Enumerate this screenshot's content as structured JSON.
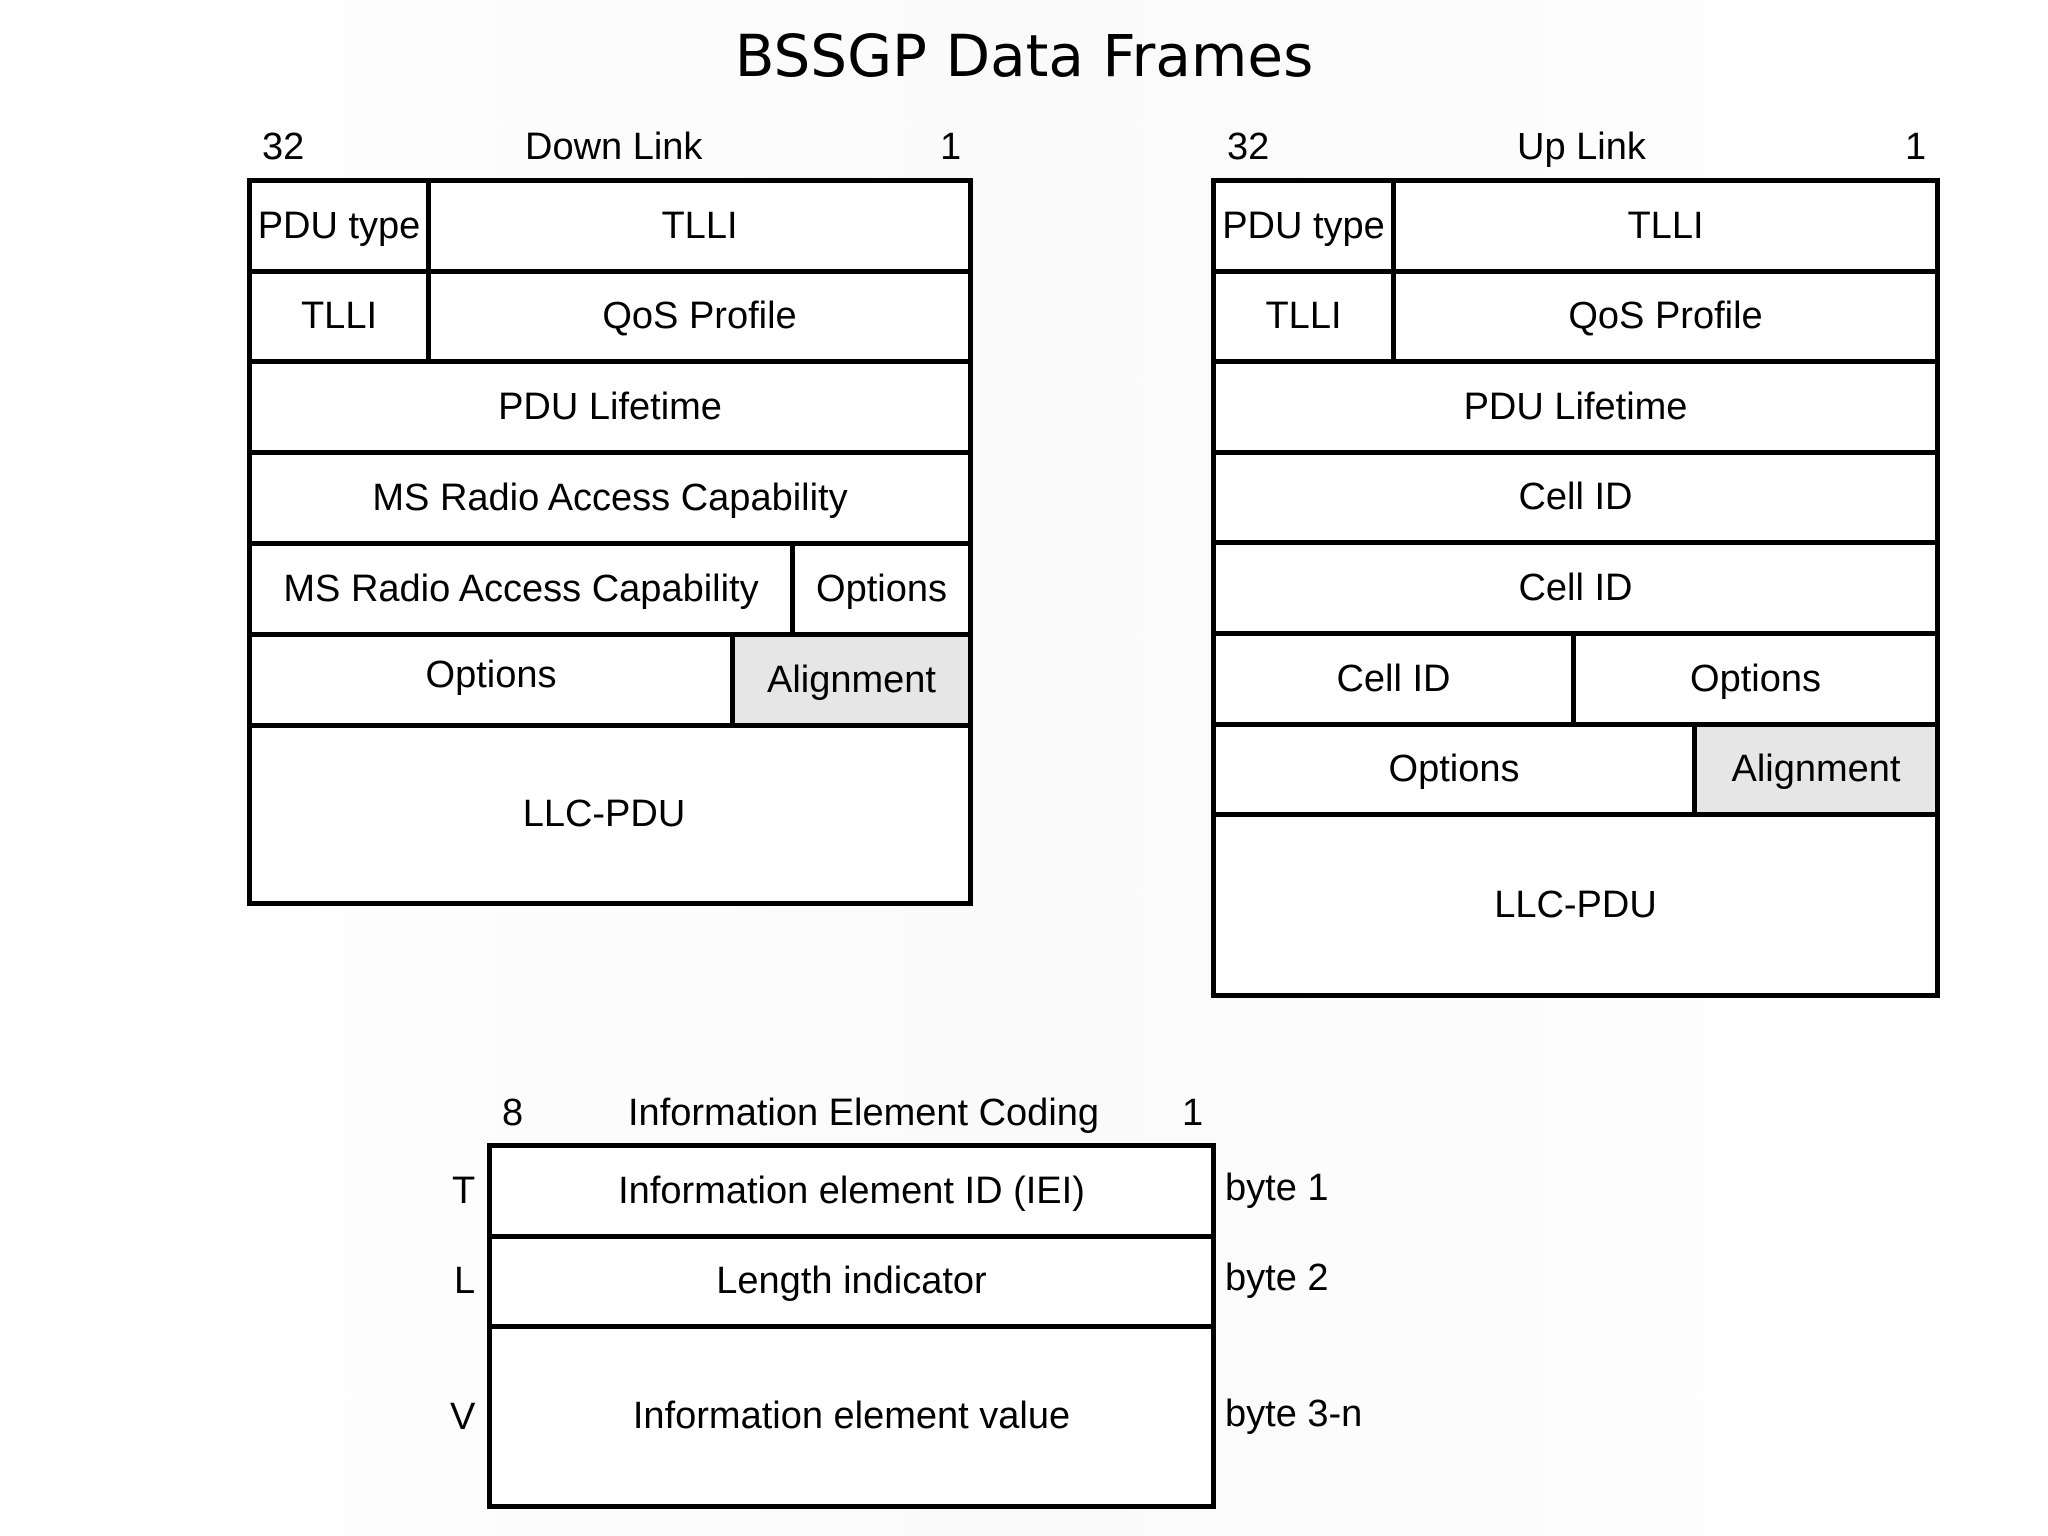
{
  "title": "BSSGP Data Frames",
  "downlink": {
    "bit_high": "32",
    "name": "Down Link",
    "bit_low": "1",
    "rows": [
      [
        "PDU type",
        "TLLI"
      ],
      [
        "TLLI",
        "QoS Profile"
      ],
      [
        "PDU Lifetime"
      ],
      [
        "MS Radio Access Capability"
      ],
      [
        "MS Radio Access Capability",
        "Options"
      ],
      [
        "Options",
        "Alignment"
      ],
      [
        "LLC-PDU"
      ]
    ]
  },
  "uplink": {
    "bit_high": "32",
    "name": "Up Link",
    "bit_low": "1",
    "rows": [
      [
        "PDU type",
        "TLLI"
      ],
      [
        "TLLI",
        "QoS Profile"
      ],
      [
        "PDU Lifetime"
      ],
      [
        "Cell ID"
      ],
      [
        "Cell ID"
      ],
      [
        "Cell ID",
        "Options"
      ],
      [
        "Options",
        "Alignment"
      ],
      [
        "LLC-PDU"
      ]
    ]
  },
  "ie_coding": {
    "bit_high": "8",
    "name": "Information Element Coding",
    "bit_low": "1",
    "rows": [
      {
        "tag": "T",
        "field": "Information element ID (IEI)",
        "byte": "byte 1"
      },
      {
        "tag": "L",
        "field": "Length indicator",
        "byte": "byte 2"
      },
      {
        "tag": "V",
        "field": "Information element value",
        "byte": "byte 3-n"
      }
    ]
  }
}
